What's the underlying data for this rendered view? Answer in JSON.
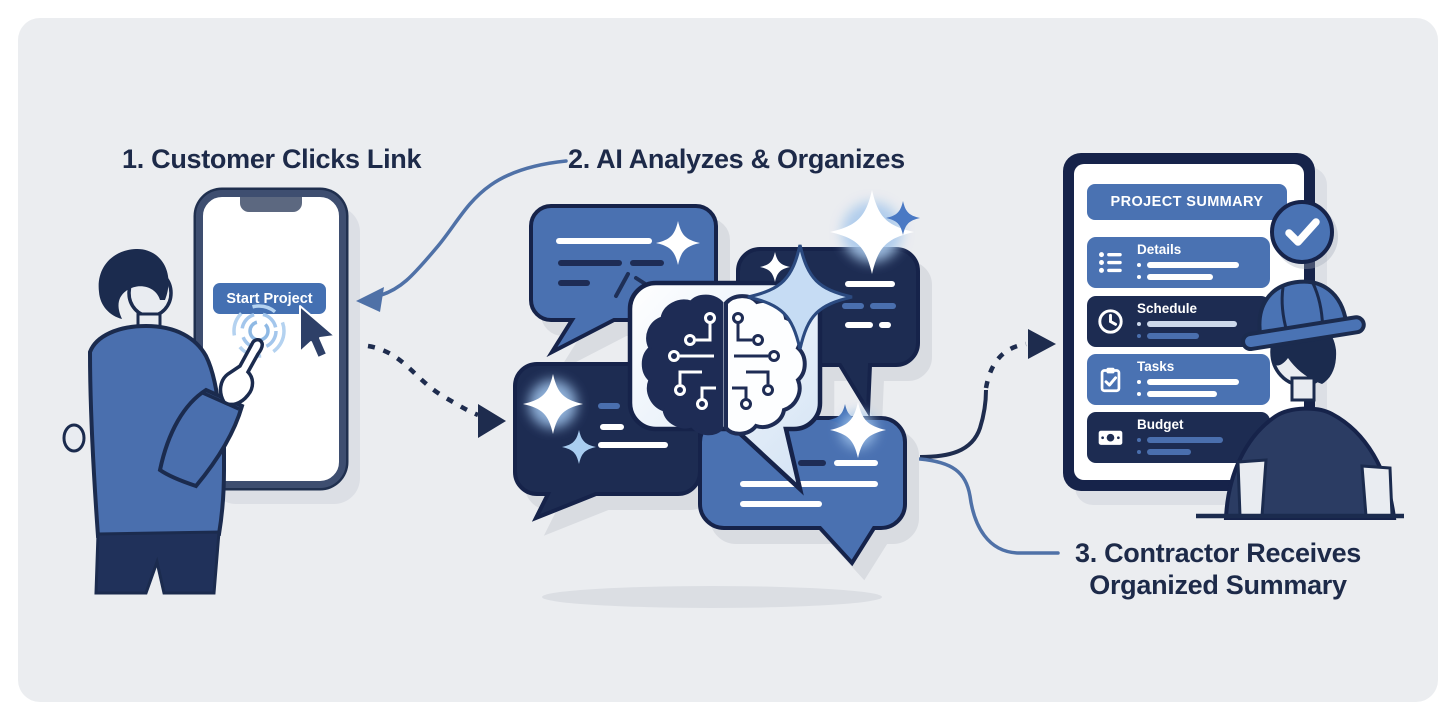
{
  "diagram_title": "three-step AI project intake flow",
  "steps": [
    {
      "num": 1,
      "title": "1. Customer Clicks Link"
    },
    {
      "num": 2,
      "title": "2. AI Analyzes & Organizes"
    },
    {
      "num": 3,
      "title_line1": "3. Contractor Receives",
      "title_line2": "Organized Summary"
    }
  ],
  "phone": {
    "button_label": "Start Project"
  },
  "tablet": {
    "header": "PROJECT SUMMARY",
    "rows": [
      {
        "label": "Details",
        "icon": "list-icon"
      },
      {
        "label": "Schedule",
        "icon": "clock-icon"
      },
      {
        "label": "Tasks",
        "icon": "clipboard-check-icon"
      },
      {
        "label": "Budget",
        "icon": "banknote-icon"
      }
    ],
    "badge_icon": "checkmark-icon"
  },
  "colors": {
    "panel_bg": "#ebedf0",
    "title_text": "#1d2a49",
    "primary_blue": "#4a72b2",
    "dark_navy": "#1d2c52",
    "outline_navy": "#16234a",
    "light_blue": "#c6dcf4",
    "accent_line_blue": "#4a6fae",
    "shadow_gray": "#dcdfe5",
    "skin": "#e9ecf1"
  }
}
